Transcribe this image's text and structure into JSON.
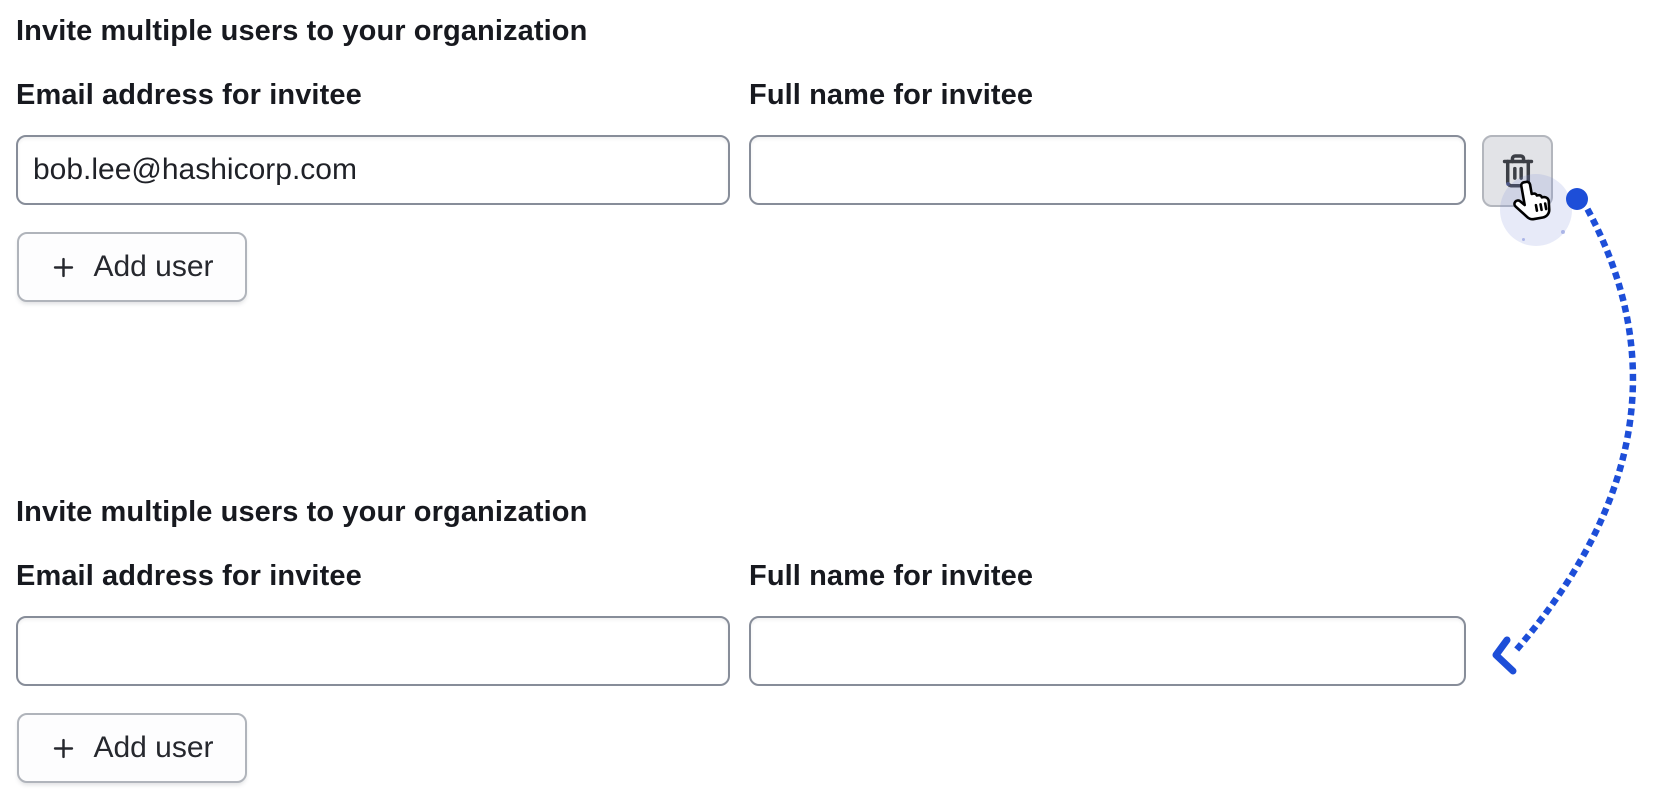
{
  "colors": {
    "accent_blue": "#1d4ed8",
    "text_primary": "#17191f",
    "input_text": "#1f2127",
    "input_border": "#878d99",
    "button_border": "#b0b4bb",
    "trash_button_bg": "#e2e3e7",
    "cursor_halo": "rgba(124,140,217,0.18)"
  },
  "icons": {
    "trash": "trash-icon",
    "plus": "plus-icon",
    "cursor": "hand-pointer-cursor",
    "arrow": "curved-dotted-arrow",
    "arrow_start": "arrow-start-dot"
  },
  "sections": [
    {
      "heading": "Invite multiple users to your organization",
      "fields": [
        {
          "label": "Email address for invitee",
          "value": "bob.lee@hashicorp.com"
        },
        {
          "label": "Full name for invitee",
          "value": ""
        }
      ],
      "add_user_label": "Add user"
    },
    {
      "heading": "Invite multiple users to your organization",
      "fields": [
        {
          "label": "Email address for invitee",
          "value": ""
        },
        {
          "label": "Full name for invitee",
          "value": ""
        }
      ],
      "add_user_label": "Add user"
    }
  ]
}
